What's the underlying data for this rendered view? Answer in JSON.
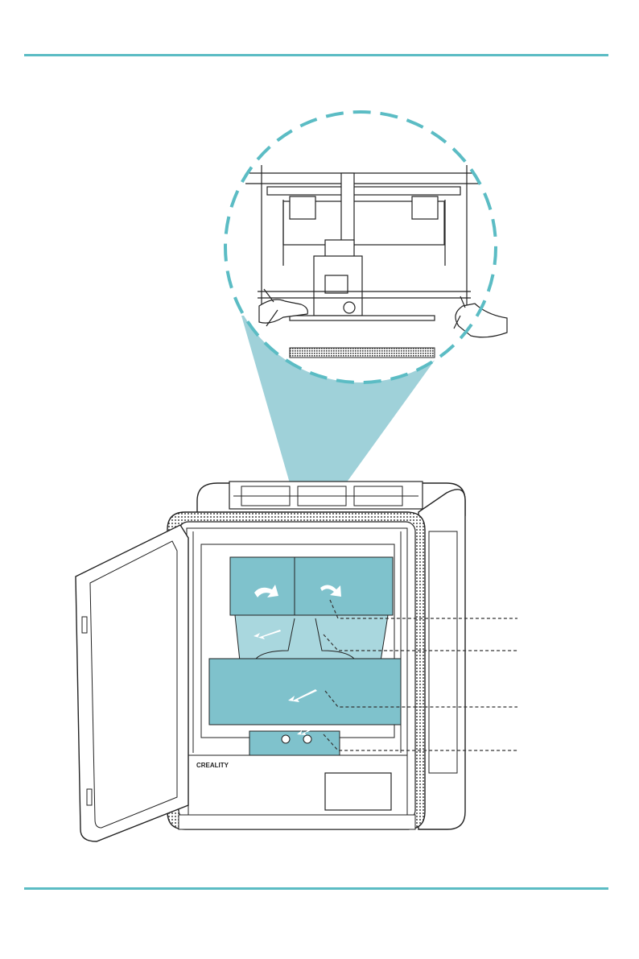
{
  "page": {
    "accent_color": "#5bbcc4",
    "fill_color": "#7fc2cc",
    "line_color": "#222222"
  },
  "printer": {
    "brand_label": "CREALITY"
  },
  "detail_view": {
    "icon": "magnifier-callout",
    "tool_icon": "pliers-icon"
  },
  "packaging_parts": [
    {
      "icon": "foam-block-top"
    },
    {
      "icon": "foam-block-middle"
    },
    {
      "icon": "foam-block-front"
    },
    {
      "icon": "foam-block-bottom"
    }
  ]
}
